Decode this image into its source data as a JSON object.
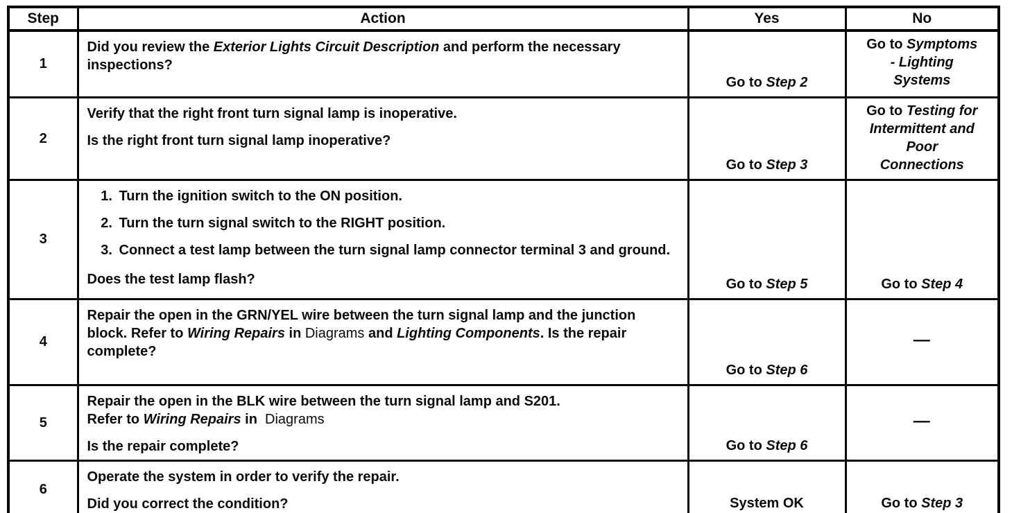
{
  "colors": {
    "ink": "#0a0a0a",
    "paper": "#ffffff"
  },
  "table": {
    "headers": {
      "step": "Step",
      "action": "Action",
      "yes": "Yes",
      "no": "No"
    },
    "rows": [
      {
        "step": "1",
        "action": {
          "paras": [
            [
              {
                "t": "Did you review the "
              },
              {
                "t": "Exterior Lights Circuit Description",
                "i": true
              },
              {
                "t": " and perform the necessary inspections?"
              }
            ]
          ]
        },
        "yes": [
          {
            "t": "Go to "
          },
          {
            "t": "Step 2",
            "i": true
          }
        ],
        "no": [
          {
            "t": "Go to "
          },
          {
            "t": "Symptoms - Lighting Systems",
            "i": true
          }
        ]
      },
      {
        "step": "2",
        "action": {
          "paras": [
            [
              {
                "t": "Verify that the right front turn signal lamp is inoperative."
              }
            ],
            [
              {
                "t": "Is the right front turn signal lamp inoperative?"
              }
            ]
          ]
        },
        "yes": [
          {
            "t": "Go to "
          },
          {
            "t": "Step 3",
            "i": true
          }
        ],
        "no": [
          {
            "t": "Go to "
          },
          {
            "t": "Testing for Intermittent and Poor Connections",
            "i": true
          }
        ]
      },
      {
        "step": "3",
        "action": {
          "list": [
            [
              {
                "t": "Turn the ignition switch to the ON position."
              }
            ],
            [
              {
                "t": "Turn the turn signal switch to the RIGHT position."
              }
            ],
            [
              {
                "t": "Connect a test lamp between the turn signal lamp connector terminal 3 and ground."
              }
            ]
          ],
          "paras": [
            [
              {
                "t": "Does the test lamp flash?"
              }
            ]
          ]
        },
        "yes": [
          {
            "t": "Go to "
          },
          {
            "t": "Step 5",
            "i": true
          }
        ],
        "no": [
          {
            "t": "Go to "
          },
          {
            "t": "Step 4",
            "i": true
          }
        ]
      },
      {
        "step": "4",
        "action": {
          "paras": [
            [
              {
                "t": "Repair the open in the GRN/YEL wire between the turn signal lamp and the junction block. Refer to "
              },
              {
                "t": "Wiring Repairs",
                "i": true
              },
              {
                "t": " in "
              },
              {
                "t": "Diagrams",
                "lt": true
              },
              {
                "t": " and "
              },
              {
                "t": "Lighting Components",
                "i": true
              },
              {
                "t": ". Is the repair complete?"
              }
            ]
          ]
        },
        "yes": [
          {
            "t": "Go to "
          },
          {
            "t": "Step 6",
            "i": true
          }
        ],
        "no": [
          {
            "t": "—",
            "dash": true
          }
        ]
      },
      {
        "step": "5",
        "action": {
          "paras": [
            [
              {
                "t": "Repair the open in the BLK wire between the turn signal lamp and S201."
              },
              {
                "br": true
              },
              {
                "t": "Refer to "
              },
              {
                "t": "Wiring Repairs",
                "i": true
              },
              {
                "t": " in  "
              },
              {
                "t": "Diagrams",
                "lt": true
              }
            ],
            [
              {
                "t": "Is the repair complete?"
              }
            ]
          ]
        },
        "yes": [
          {
            "t": "Go to "
          },
          {
            "t": "Step 6",
            "i": true
          }
        ],
        "no": [
          {
            "t": "—",
            "dash": true
          }
        ]
      },
      {
        "step": "6",
        "action": {
          "paras": [
            [
              {
                "t": "Operate the system in order to verify the repair."
              }
            ],
            [
              {
                "t": "Did you correct the condition?"
              }
            ]
          ]
        },
        "yes": [
          {
            "t": "System OK"
          }
        ],
        "no": [
          {
            "t": "Go to "
          },
          {
            "t": "Step 3",
            "i": true
          }
        ]
      }
    ]
  }
}
